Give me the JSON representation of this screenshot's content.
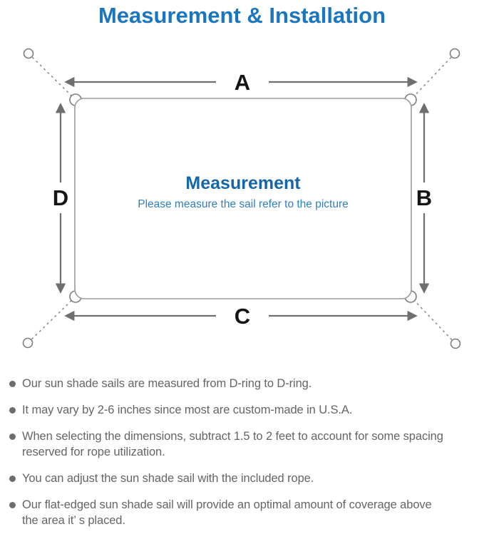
{
  "title": "Measurement & Installation",
  "diagram": {
    "labels": {
      "top": "A",
      "right": "B",
      "bottom": "C",
      "left": "D"
    },
    "center_title": "Measurement",
    "center_subtitle": "Please measure the sail refer to the picture"
  },
  "colors": {
    "title_blue": "#1b76c0",
    "heading_blue": "#1565ab",
    "subtitle_blue": "#2e7fc1",
    "line_gray": "#8c8c8c",
    "arrow_gray": "#6f6f6f",
    "label_black": "#151515",
    "text_gray": "#656565"
  },
  "bullets": [
    {
      "lines": [
        "Our sun shade sails are measured from D-ring to D-ring."
      ]
    },
    {
      "lines": [
        "It may vary by 2-6 inches since most are custom-made in U.S.A."
      ]
    },
    {
      "lines": [
        "When selecting the dimensions, subtract 1.5 to 2 feet to account for some spacing",
        "reserved for rope utilization."
      ]
    },
    {
      "lines": [
        "You can adjust the sun shade sail with the included rope."
      ]
    },
    {
      "lines": [
        "Our flat-edged sun shade sail will provide an optimal amount of coverage above",
        "the area it’ s placed."
      ]
    }
  ]
}
